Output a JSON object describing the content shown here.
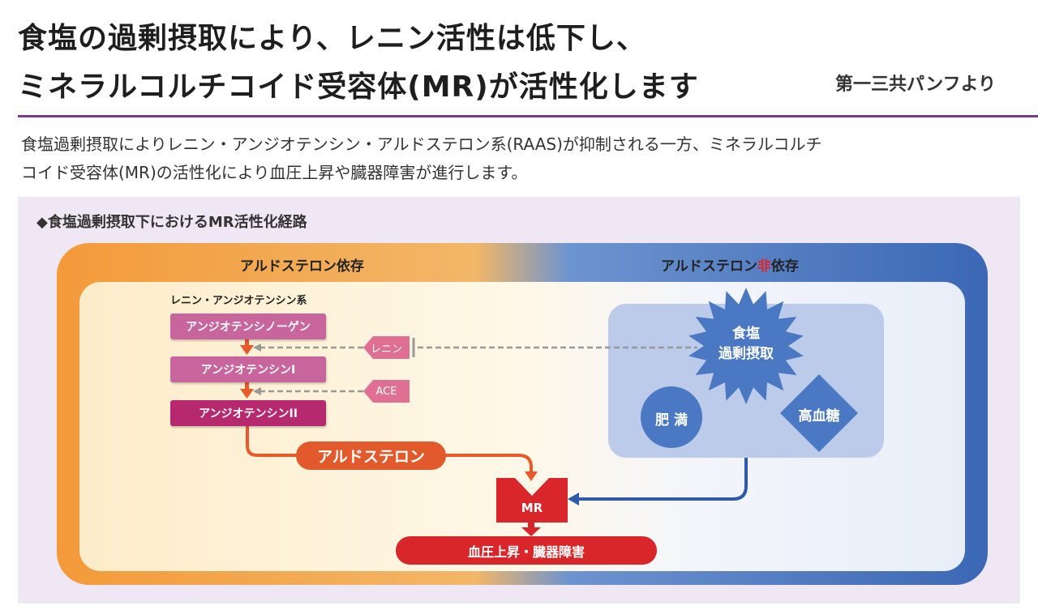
{
  "title": {
    "line1": "食塩の過剰摂取により、レニン活性は低下し、",
    "line2": "ミネラルコルチコイド受容体(MR)が活性化します",
    "source": "第一三共パンフより"
  },
  "body": {
    "line1": "食塩過剰摂取によりレニン・アンジオテンシン・アルドステロン系(RAAS)が抑制される一方、ミネラルコルチ",
    "line2": "コイド受容体(MR)の活性化により血圧上昇や臓器障害が進行します。"
  },
  "diagram": {
    "heading": "◆食塩過剰摂取下におけるMR活性化経路",
    "left_header": "アルドステロン依存",
    "right_header_a": "アルドステロン",
    "right_header_b": "非",
    "right_header_c": "依存",
    "ras_label": "レニン・アンジオテンシン系",
    "boxes": [
      "アンジオテンシノーゲン",
      "アンジオテンシンI",
      "アンジオテンシンII"
    ],
    "renin": "レニン",
    "ace": "ACE",
    "aldosterone": "アルドステロン",
    "mr": "MR",
    "outcome": "血圧上昇・臓器障害",
    "salt_line1": "食塩",
    "salt_line2": "過剰摂取",
    "obesity": "肥 満",
    "hyperglycemia": "高血糖"
  }
}
